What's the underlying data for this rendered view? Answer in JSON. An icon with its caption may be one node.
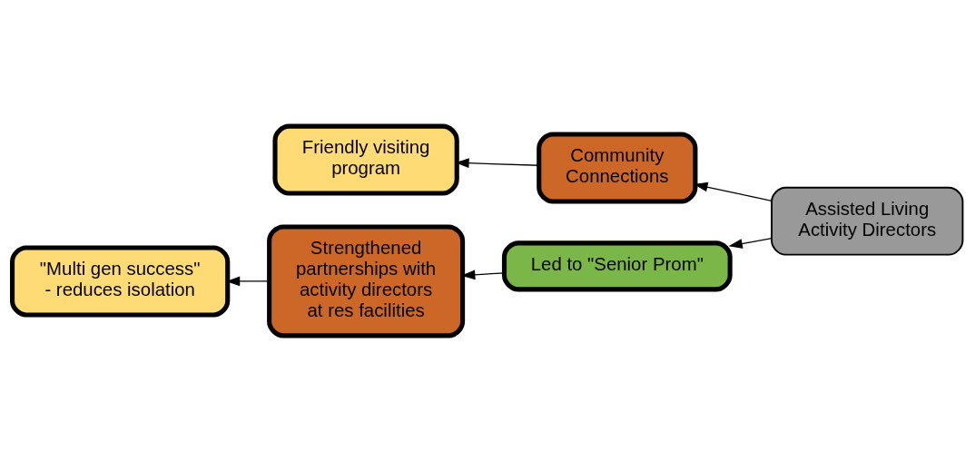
{
  "diagram": {
    "nodes": [
      {
        "text": [
          "Community Connections"
        ]
      },
      {
        "text": [
          "Assisted Living Activity Directors"
        ]
      },
      {
        "text": [
          "Friendly visiting program"
        ]
      },
      {
        "text": [
          "Led to \"Senior Prom\""
        ]
      },
      {
        "text": [
          "Strengthened partnerships with activity directors at res facilities"
        ]
      },
      {
        "text": [
          "\"Multi gen success\" - reduces isolation"
        ]
      }
    ],
    "edges": [
      {
        "from": 1,
        "to": 0,
        "arrow": "to"
      },
      {
        "from": 0,
        "to": 2,
        "arrow": "to"
      },
      {
        "from": 1,
        "to": 3,
        "arrow": "to"
      },
      {
        "from": 3,
        "to": 4,
        "arrow": "to"
      },
      {
        "from": 4,
        "to": 5,
        "arrow": "to"
      }
    ]
  }
}
